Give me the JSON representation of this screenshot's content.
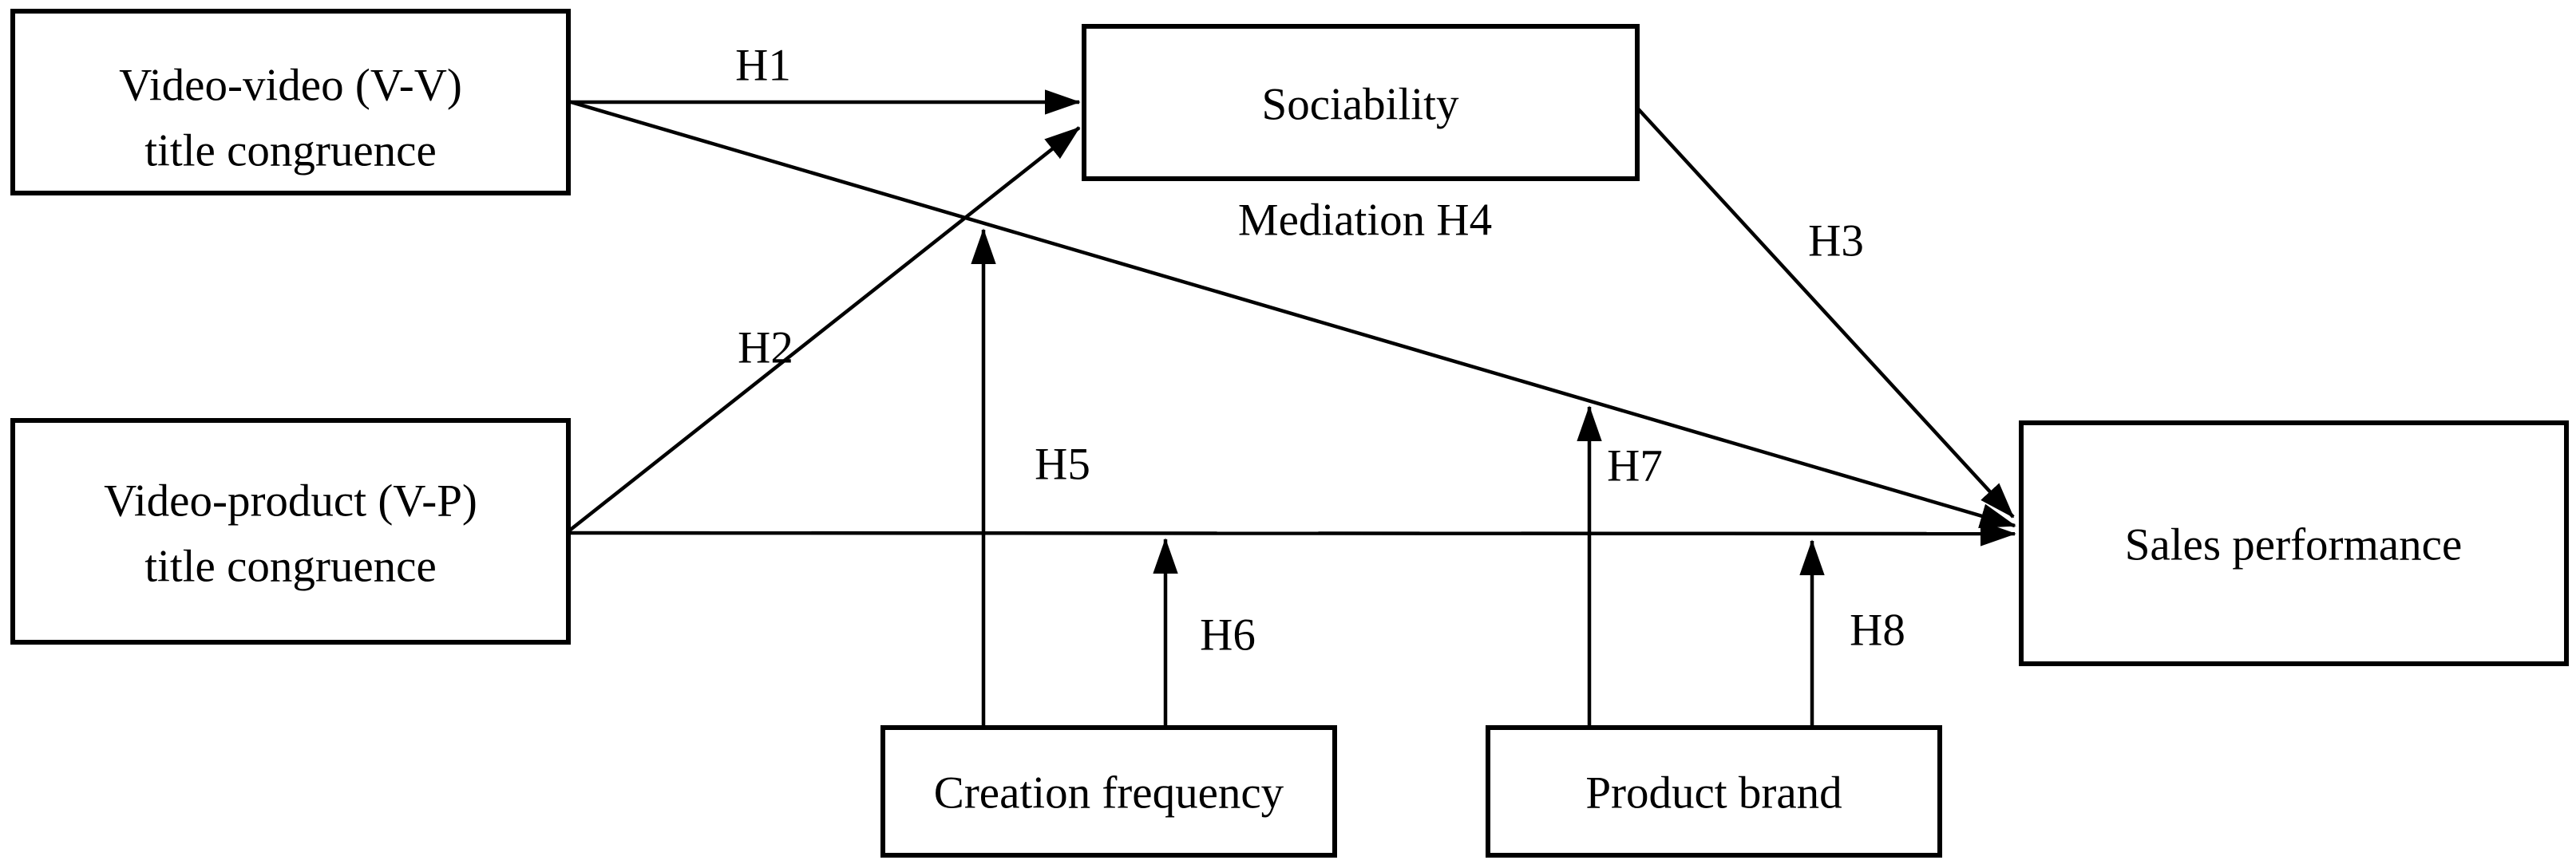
{
  "diagram": {
    "title_hint": "Research model: title congruence, sociability, sales performance",
    "nodes": {
      "vv": {
        "line1": "Video-video (V-V)",
        "line2": "title congruence"
      },
      "vp": {
        "line1": "Video-product (V-P)",
        "line2": "title congruence"
      },
      "sociability": {
        "label": "Sociability"
      },
      "sales": {
        "label": "Sales performance"
      },
      "creation_frequency": {
        "label": "Creation frequency"
      },
      "product_brand": {
        "label": "Product brand"
      }
    },
    "path_labels": {
      "h1": "H1",
      "h2": "H2",
      "h3": "H3",
      "mediation": "Mediation H4",
      "h5": "H5",
      "h6": "H6",
      "h7": "H7",
      "h8": "H8"
    },
    "colors": {
      "line": "#000000",
      "box_fill": "#ffffff",
      "background": "#ffffff",
      "text": "#000000"
    }
  }
}
